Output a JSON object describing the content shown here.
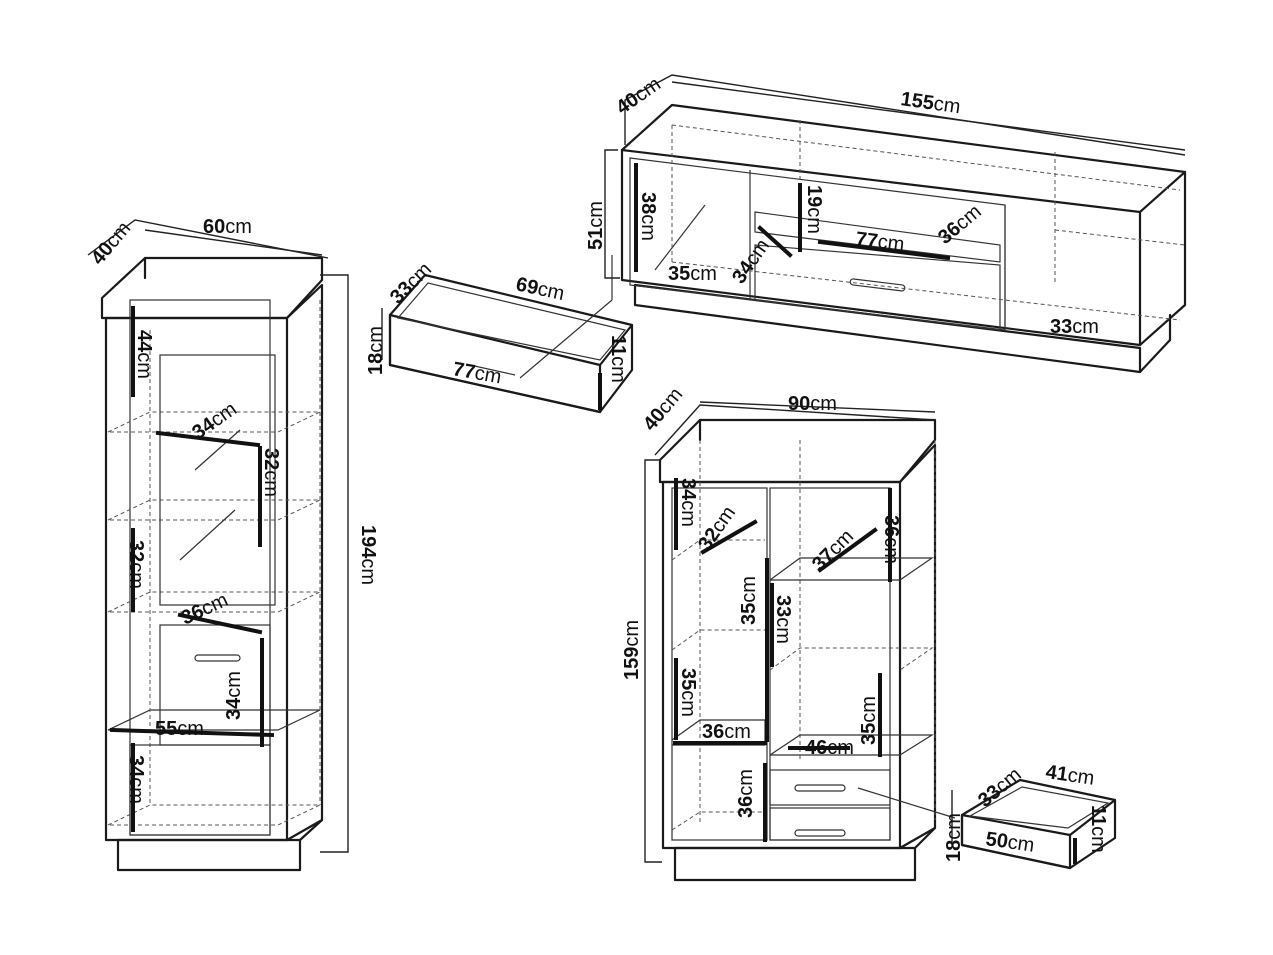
{
  "units": "cm",
  "tall_cabinet": {
    "width": "60",
    "depth": "40",
    "height": "194",
    "top_compartment": "44",
    "shelf_depth_upper": "34",
    "glass_section": "32",
    "middle_section": "32",
    "drawer_depth": "36",
    "drawer_height": "34",
    "inner_width": "55",
    "bottom_section": "34"
  },
  "loose_drawer_left": {
    "depth": "33",
    "width": "69",
    "height": "18",
    "inner_width": "77",
    "inner_height": "11"
  },
  "tv_cabinet": {
    "width": "155",
    "depth": "40",
    "height": "51",
    "left_compartment_height": "38",
    "left_compartment_depth": "35",
    "center_top_height": "19",
    "center_width": "77",
    "center_depth": "36",
    "center_inner_depth": "34",
    "right_compartment_width": "33"
  },
  "sideboard": {
    "width": "90",
    "depth": "40",
    "height": "159",
    "left_top": "34",
    "left_shelf_depth": "32",
    "right_top": "36",
    "right_shelf_depth": "37",
    "left_mid": "35",
    "right_mid": "33",
    "left_lower": "35",
    "right_lower": "35",
    "left_bottom_depth": "36",
    "right_bottom_width": "46",
    "left_bottom": "36"
  },
  "loose_drawer_right": {
    "depth": "33",
    "width": "41",
    "height": "18",
    "inner_width": "50",
    "inner_height": "11"
  }
}
